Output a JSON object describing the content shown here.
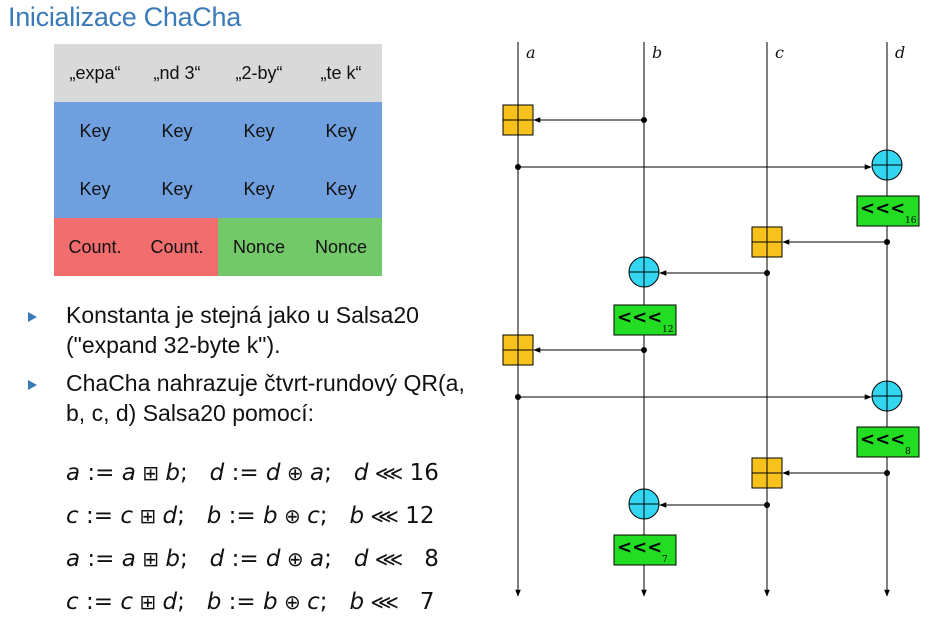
{
  "title": "Inicializace ChaCha",
  "state": {
    "rows": [
      [
        {
          "text": "„expa“",
          "kind": "const"
        },
        {
          "text": "„nd 3“",
          "kind": "const"
        },
        {
          "text": "„2-by“",
          "kind": "const"
        },
        {
          "text": "„te k“",
          "kind": "const"
        }
      ],
      [
        {
          "text": "Key",
          "kind": "key"
        },
        {
          "text": "Key",
          "kind": "key"
        },
        {
          "text": "Key",
          "kind": "key"
        },
        {
          "text": "Key",
          "kind": "key"
        }
      ],
      [
        {
          "text": "Key",
          "kind": "key"
        },
        {
          "text": "Key",
          "kind": "key"
        },
        {
          "text": "Key",
          "kind": "key"
        },
        {
          "text": "Key",
          "kind": "key"
        }
      ],
      [
        {
          "text": "Count.",
          "kind": "count"
        },
        {
          "text": "Count.",
          "kind": "count"
        },
        {
          "text": "Nonce",
          "kind": "nonce"
        },
        {
          "text": "Nonce",
          "kind": "nonce"
        }
      ]
    ]
  },
  "bullets": [
    "Konstanta je stejná jako u Salsa20 (\"expand 32-byte k\").",
    "ChaCha nahrazuje čtvrt-rundový QR(a, b, c, d) Salsa20 pomocí:"
  ],
  "equations": [
    [
      {
        "t": "a",
        "c": "v"
      },
      {
        "t": " := ",
        "c": "o"
      },
      {
        "t": "a",
        "c": "v"
      },
      {
        "t": " ⊞ ",
        "c": "op"
      },
      {
        "t": "b",
        "c": "v"
      },
      {
        "t": ";   ",
        "c": "o"
      },
      {
        "t": "d",
        "c": "v"
      },
      {
        "t": " := ",
        "c": "o"
      },
      {
        "t": "d",
        "c": "v"
      },
      {
        "t": " ⊕ ",
        "c": "op"
      },
      {
        "t": "a",
        "c": "v"
      },
      {
        "t": ";   ",
        "c": "o"
      },
      {
        "t": "d",
        "c": "v"
      },
      {
        "t": " ⋘ ",
        "c": "op"
      },
      {
        "t": "16",
        "c": "o"
      }
    ],
    [
      {
        "t": "c",
        "c": "v"
      },
      {
        "t": " := ",
        "c": "o"
      },
      {
        "t": "c",
        "c": "v"
      },
      {
        "t": " ⊞ ",
        "c": "op"
      },
      {
        "t": "d",
        "c": "v"
      },
      {
        "t": ";   ",
        "c": "o"
      },
      {
        "t": "b",
        "c": "v"
      },
      {
        "t": " := ",
        "c": "o"
      },
      {
        "t": "b",
        "c": "v"
      },
      {
        "t": " ⊕ ",
        "c": "op"
      },
      {
        "t": "c",
        "c": "v"
      },
      {
        "t": ";   ",
        "c": "o"
      },
      {
        "t": "b",
        "c": "v"
      },
      {
        "t": " ⋘ ",
        "c": "op"
      },
      {
        "t": "12",
        "c": "o"
      }
    ],
    [
      {
        "t": "a",
        "c": "v"
      },
      {
        "t": " := ",
        "c": "o"
      },
      {
        "t": "a",
        "c": "v"
      },
      {
        "t": " ⊞ ",
        "c": "op"
      },
      {
        "t": "b",
        "c": "v"
      },
      {
        "t": ";   ",
        "c": "o"
      },
      {
        "t": "d",
        "c": "v"
      },
      {
        "t": " := ",
        "c": "o"
      },
      {
        "t": "d",
        "c": "v"
      },
      {
        "t": " ⊕ ",
        "c": "op"
      },
      {
        "t": "a",
        "c": "v"
      },
      {
        "t": ";   ",
        "c": "o"
      },
      {
        "t": "d",
        "c": "v"
      },
      {
        "t": " ⋘ ",
        "c": "op"
      },
      {
        "t": "  8",
        "c": "o"
      }
    ],
    [
      {
        "t": "c",
        "c": "v"
      },
      {
        "t": " := ",
        "c": "o"
      },
      {
        "t": "c",
        "c": "v"
      },
      {
        "t": " ⊞ ",
        "c": "op"
      },
      {
        "t": "d",
        "c": "v"
      },
      {
        "t": ";   ",
        "c": "o"
      },
      {
        "t": "b",
        "c": "v"
      },
      {
        "t": " := ",
        "c": "o"
      },
      {
        "t": "b",
        "c": "v"
      },
      {
        "t": " ⊕ ",
        "c": "op"
      },
      {
        "t": "c",
        "c": "v"
      },
      {
        "t": ";   ",
        "c": "o"
      },
      {
        "t": "b",
        "c": "v"
      },
      {
        "t": " ⋘ ",
        "c": "op"
      },
      {
        "t": "  7",
        "c": "o"
      }
    ]
  ],
  "diagram": {
    "lanes": [
      "a",
      "b",
      "c",
      "d"
    ],
    "rotate_symbol": "<<<",
    "rotations": [
      "16",
      "12",
      "8",
      "7"
    ],
    "colors": {
      "add": "#f7c21c",
      "xor": "#33d6f0",
      "rot": "#22dd22"
    }
  }
}
